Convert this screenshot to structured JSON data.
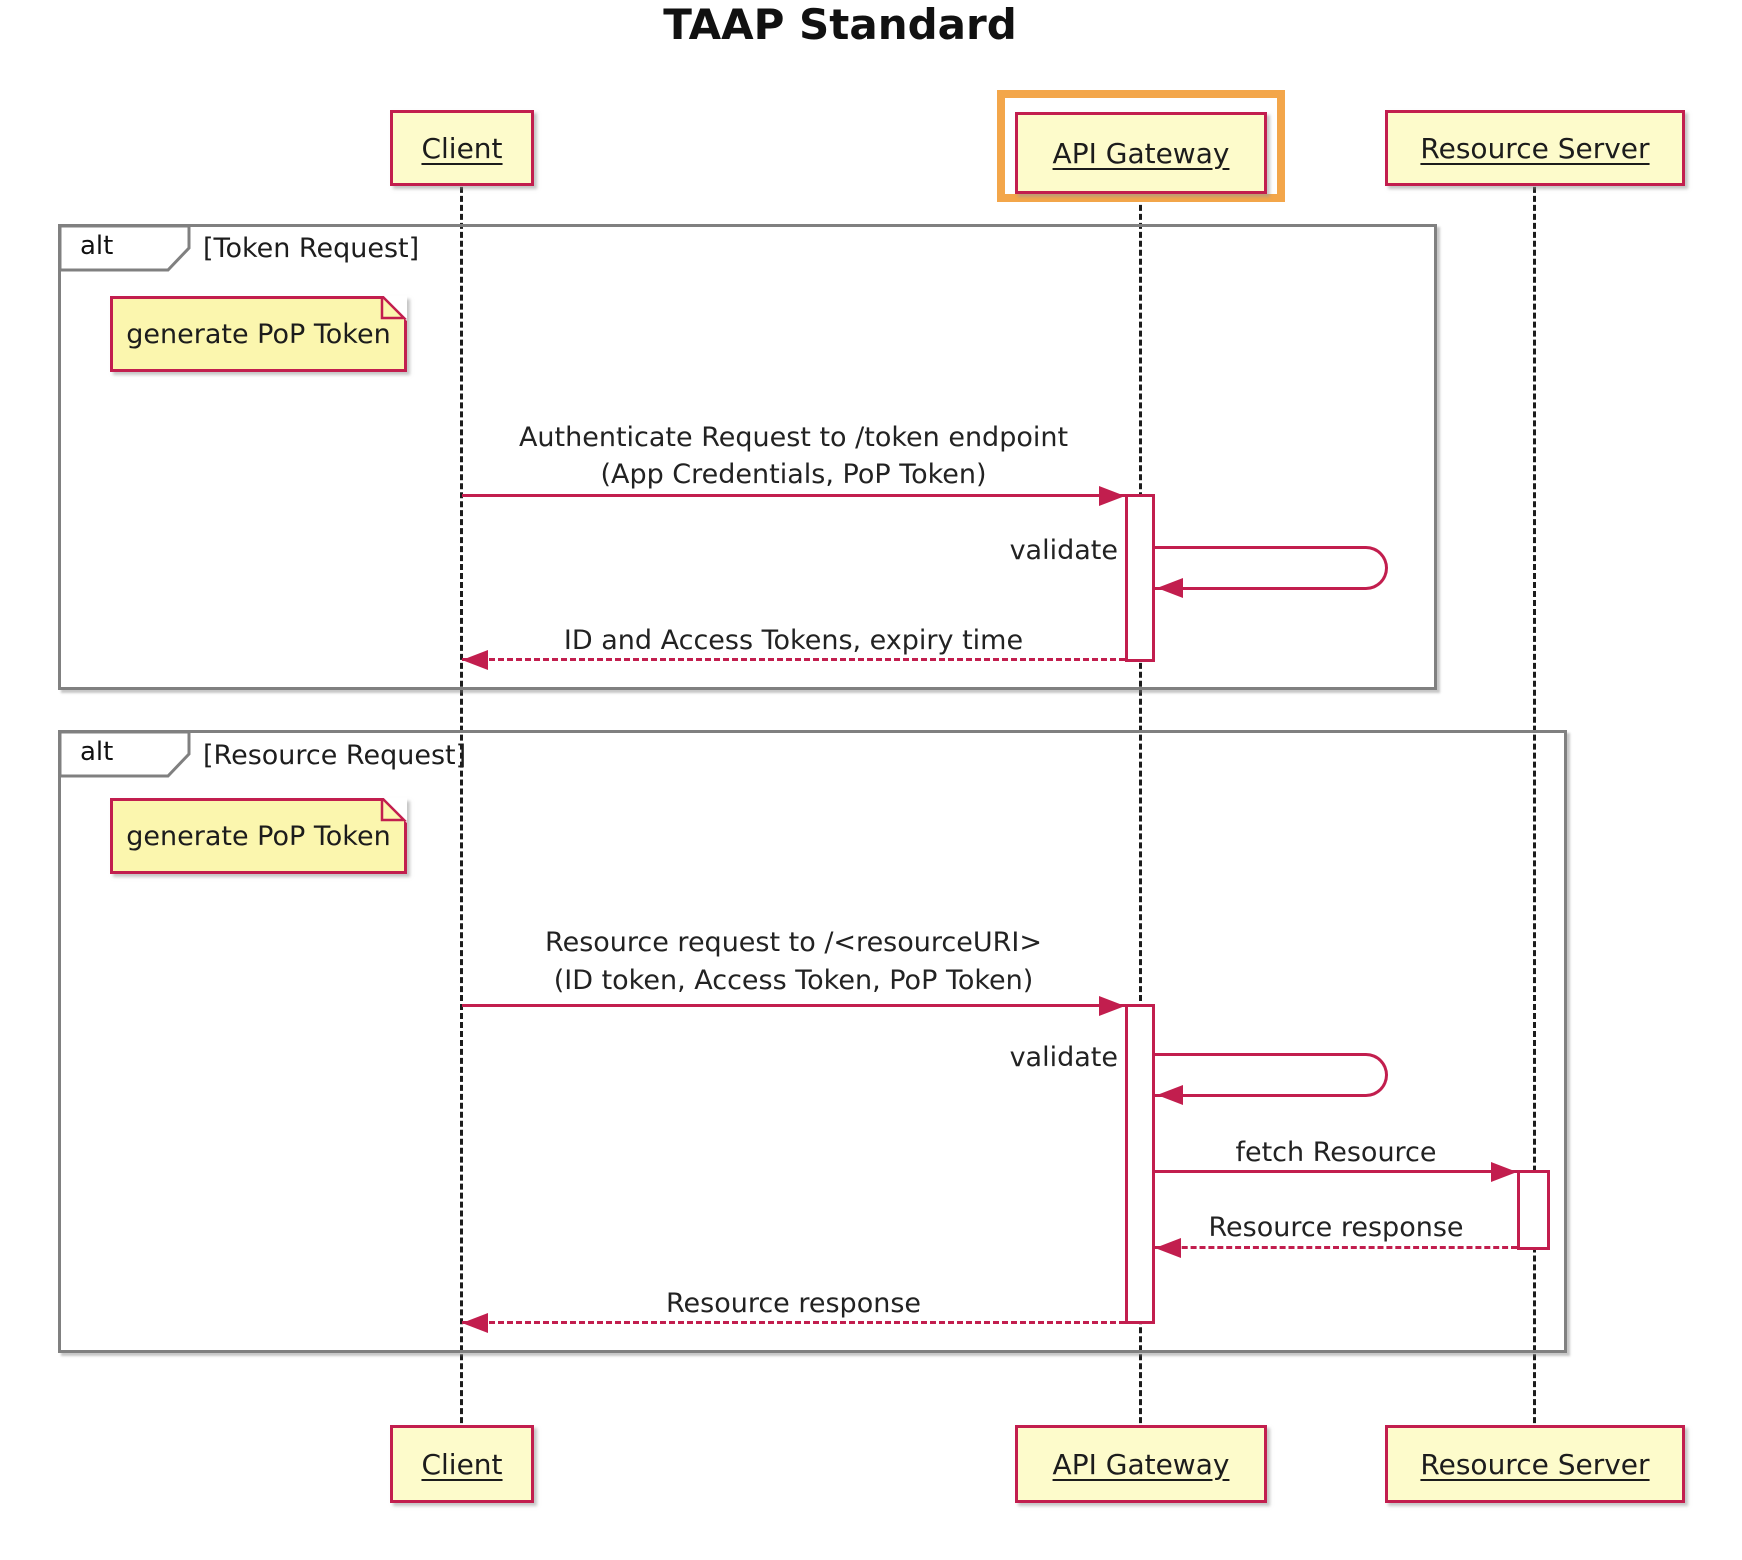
{
  "title": "TAAP Standard",
  "participants": [
    {
      "label": "Client"
    },
    {
      "label": "API Gateway",
      "highlighted": true
    },
    {
      "label": "Resource Server"
    }
  ],
  "frames": [
    {
      "operator": "alt",
      "condition": "[Token Request]"
    },
    {
      "operator": "alt",
      "condition": "[Resource Request]"
    }
  ],
  "notes": [
    {
      "text": "generate PoP Token"
    },
    {
      "text": "generate PoP Token"
    }
  ],
  "messages": [
    {
      "id": "auth_request",
      "from": "Client",
      "to": "API Gateway",
      "line1": "Authenticate Request to /token endpoint",
      "line2": "(App Credentials, PoP Token)",
      "arrow": "solid"
    },
    {
      "id": "validate_token",
      "from": "API Gateway",
      "to": "API Gateway",
      "line1": "validate",
      "arrow": "self"
    },
    {
      "id": "token_response",
      "from": "API Gateway",
      "to": "Client",
      "line1": "ID and Access Tokens, expiry time",
      "arrow": "dashed"
    },
    {
      "id": "resource_request",
      "from": "Client",
      "to": "API Gateway",
      "line1": "Resource request to /<resourceURI>",
      "line2": "(ID token, Access Token, PoP Token)",
      "arrow": "solid"
    },
    {
      "id": "validate_resource",
      "from": "API Gateway",
      "to": "API Gateway",
      "line1": "validate",
      "arrow": "self"
    },
    {
      "id": "fetch_resource",
      "from": "API Gateway",
      "to": "Resource Server",
      "line1": "fetch Resource",
      "arrow": "solid"
    },
    {
      "id": "resource_response_server",
      "from": "Resource Server",
      "to": "API Gateway",
      "line1": "Resource response",
      "arrow": "dashed"
    },
    {
      "id": "resource_response_client",
      "from": "API Gateway",
      "to": "Client",
      "line1": "Resource response",
      "arrow": "dashed"
    }
  ],
  "colors": {
    "participant_fill": "#FDFBCB",
    "note_fill": "#FBF6AE",
    "line_crimson": "#C21E4E",
    "frame_border": "#808080",
    "highlight_orange": "#F3A64A",
    "lifeline_black": "#1C1C1C"
  }
}
